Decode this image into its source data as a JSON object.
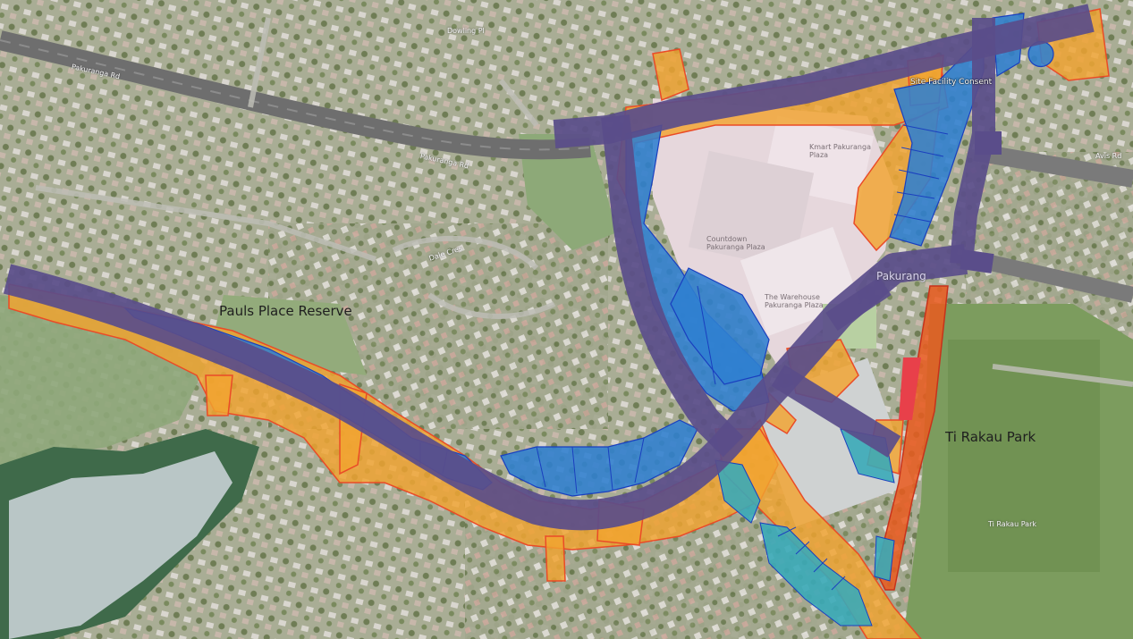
{
  "labels": {
    "pauls_place": "Pauls Place Reserve",
    "ti_rakau_park": "Ti Rakau Park",
    "site_facility": "Site Facility Consent",
    "pakuranga_road": "Pakuranga Rd",
    "pakuranga_road_2": "Pakuranga Rd",
    "pakuranga_east": "Pakurang",
    "ti_rakau_small": "Ti Rakau Park",
    "dowling_pl": "Dowling Pl",
    "avis_rd": "Avis Rd",
    "dale_cres": "Dale Cres",
    "kmart": "Kmart Pakuranga Plaza",
    "countdown": "Countdown Pakuranga Plaza",
    "warehouse": "The Warehouse Pakuranga Plaza"
  },
  "legend_colors": {
    "road_corridor": "#5a4d8a",
    "designation_blue": "#2f80d0",
    "land_requirement_orange": "#f2a42f",
    "boundary_red": "#ea4b27",
    "teal_parcels": "#3aaab8",
    "red_parcel": "#e8404a"
  }
}
